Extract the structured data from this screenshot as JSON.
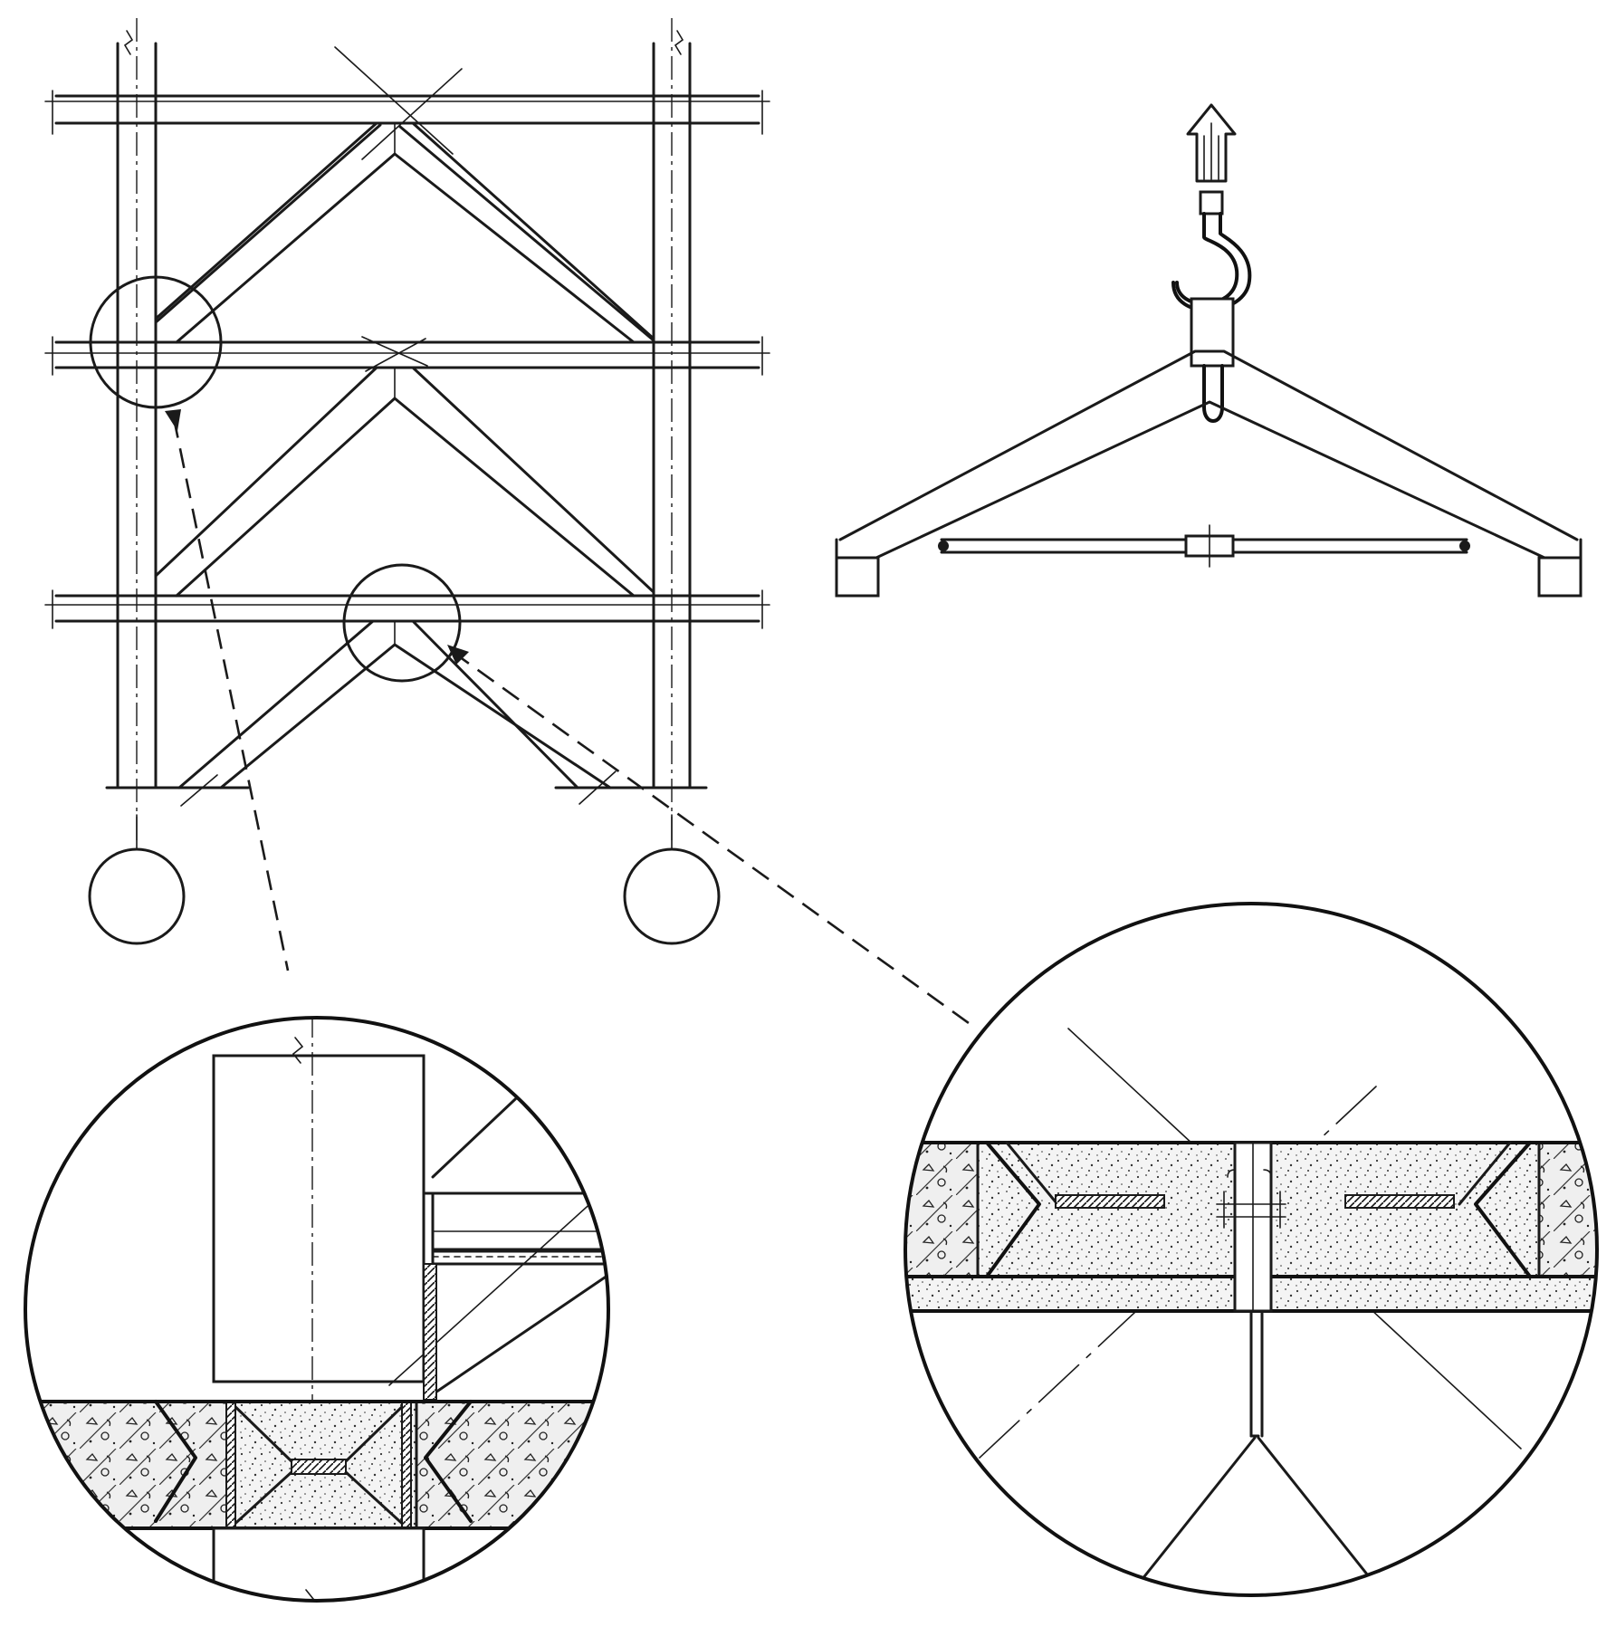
{
  "drawing": {
    "views": [
      {
        "name": "braced-frame-elevation"
      },
      {
        "name": "chevron-brace-lifting"
      },
      {
        "name": "detail-column-brace-joint"
      },
      {
        "name": "detail-apex-brace-joint"
      }
    ],
    "colors": {
      "ink": "#1a1a1a",
      "paper": "#ffffff"
    },
    "icons": [
      "hook-icon",
      "lift-arrow-icon"
    ]
  }
}
